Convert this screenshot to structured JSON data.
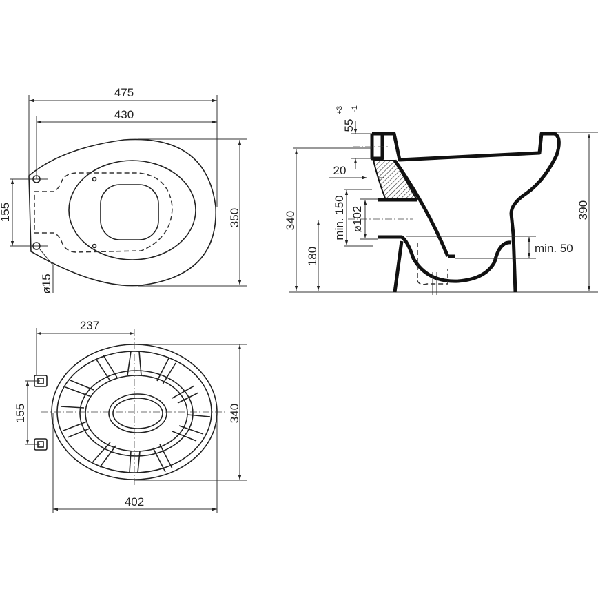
{
  "top_view": {
    "dim_overall_length": "475",
    "dim_length": "430",
    "dim_width": "350",
    "dim_hole_spacing": "155",
    "dim_hole_diameter": "ø15"
  },
  "bottom_view": {
    "dim_half_length": "237",
    "dim_length": "402",
    "dim_width": "340",
    "dim_hinge_spacing": "155"
  },
  "side_view": {
    "dim_inlet_height": "55",
    "dim_inlet_tol_plus": "+3",
    "dim_inlet_tol_minus": "-1",
    "dim_offset": "20",
    "dim_outlet_height": "340",
    "dim_outlet_center": "180",
    "dim_min_outlet": "min. 150",
    "dim_outlet_diameter": "ø102",
    "dim_total_height": "390",
    "dim_min_water_seal": "min. 50"
  },
  "colors": {
    "line": "#111111",
    "background": "#ffffff"
  }
}
